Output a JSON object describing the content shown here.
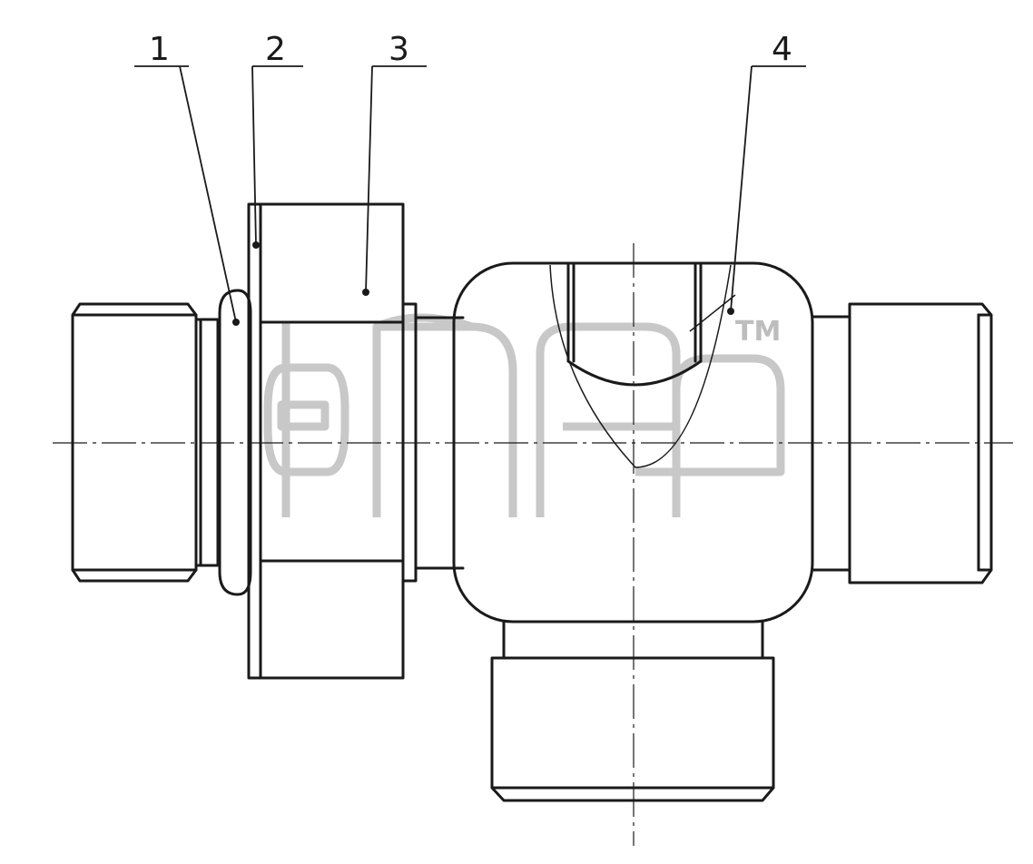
{
  "callouts": [
    {
      "label": "1"
    },
    {
      "label": "2"
    },
    {
      "label": "3"
    },
    {
      "label": "4"
    }
  ],
  "watermark": {
    "trademark": "TM"
  },
  "colors": {
    "line": "#1a1a1a",
    "watermark": "#c8c8c8",
    "background": "#ffffff"
  }
}
